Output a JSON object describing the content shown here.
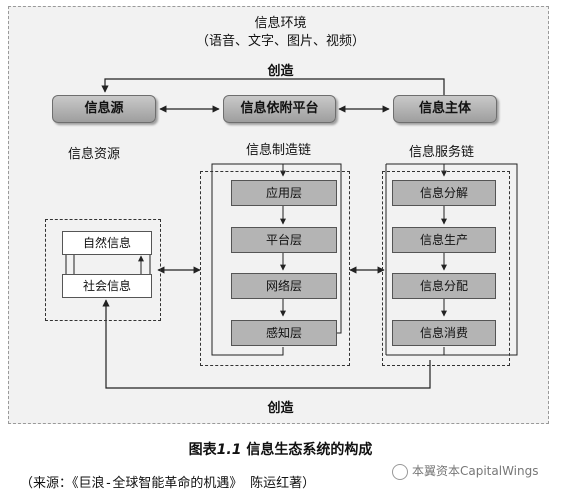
{
  "env": {
    "title": "信息环境",
    "subtitle": "（语音、文字、图片、视频）"
  },
  "create_top": "创造",
  "create_bottom": "创造",
  "nodes": {
    "source": "信息源",
    "platform": "信息依附平台",
    "subject": "信息主体"
  },
  "labels": {
    "resources": "信息资源",
    "manufacturing_chain": "信息制造链",
    "service_chain": "信息服务链"
  },
  "manufacturing_layers": [
    "应用层",
    "平台层",
    "网络层",
    "感知层"
  ],
  "service_steps": [
    "信息分解",
    "信息生产",
    "信息分配",
    "信息消费"
  ],
  "info_kinds": [
    "自然信息",
    "社会信息"
  ],
  "caption": {
    "prefix": "图表",
    "number": "1.1",
    "title": " 信息生态系统的构成"
  },
  "source_line": "（来源：《巨浪-全球智能革命的机遇》 陈运红著）",
  "watermark": "本翼资本CapitalWings"
}
